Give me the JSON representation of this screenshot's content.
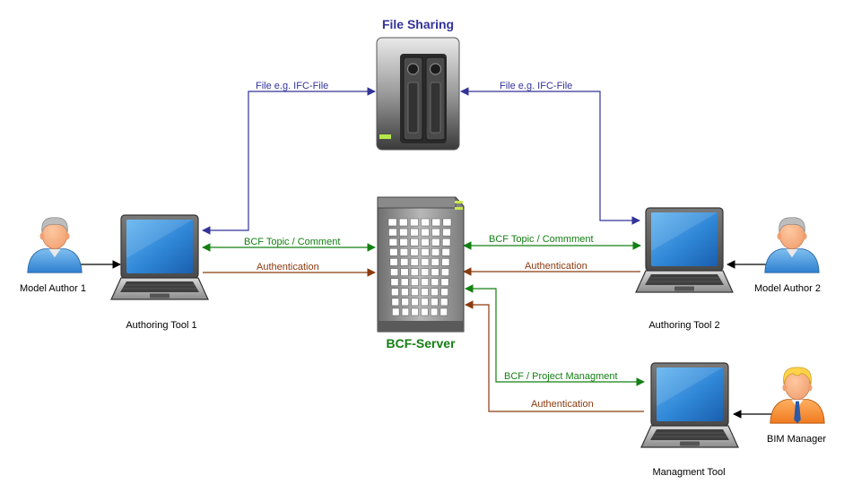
{
  "colors": {
    "file_link": "#333399",
    "bcf_link": "#138013",
    "auth_link": "#8b3a0f",
    "actor_arrow": "#000000",
    "file_sharing_title": "#333399",
    "server_title": "#138013"
  },
  "nodes": {
    "file_sharing": {
      "label": "File Sharing",
      "icon": "nas-storage-icon"
    },
    "bcf_server": {
      "label": "BCF-Server",
      "icon": "server-tower-icon"
    },
    "authoring_tool_1": {
      "label": "Authoring Tool 1",
      "icon": "laptop-icon"
    },
    "authoring_tool_2": {
      "label": "Authoring Tool 2",
      "icon": "laptop-icon"
    },
    "management_tool": {
      "label": "Managment Tool",
      "icon": "laptop-icon"
    },
    "model_author_1": {
      "label": "Model Author 1",
      "icon": "user-icon"
    },
    "model_author_2": {
      "label": "Model Author 2",
      "icon": "user-icon"
    },
    "bim_manager": {
      "label": "BIM Manager",
      "icon": "manager-user-icon"
    }
  },
  "edges": {
    "file_left": "File e.g. IFC-File",
    "file_right": "File e.g. IFC-File",
    "bcf_left": "BCF Topic / Comment",
    "bcf_right": "BCF Topic / Commment",
    "auth_left": "Authentication",
    "auth_right": "Authentication",
    "bcf_mgmt": "BCF / Project Managment",
    "auth_mgmt": "Authentication"
  }
}
